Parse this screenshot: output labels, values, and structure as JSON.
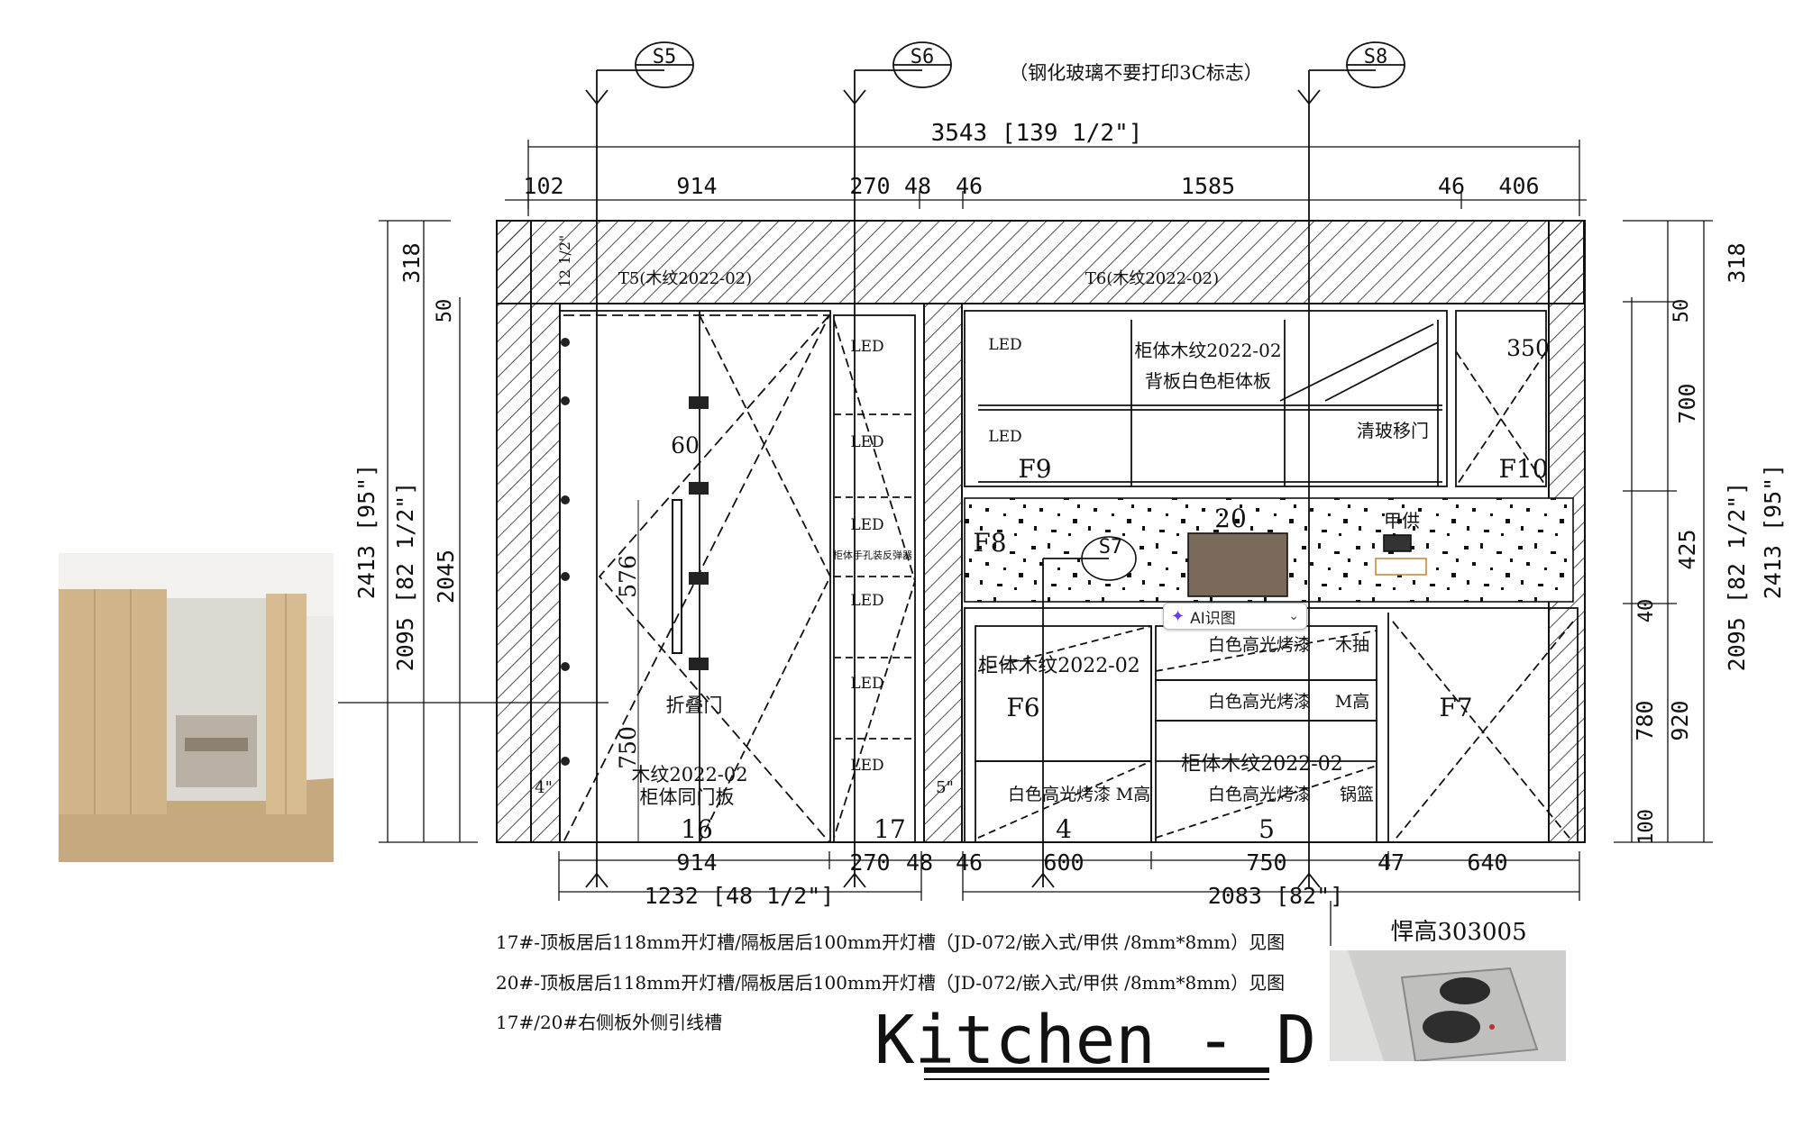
{
  "title": "Kitchen - D",
  "note_top": "（钢化玻璃不要打印3C标志）",
  "sections": [
    "S5",
    "S6",
    "S8",
    "S7"
  ],
  "dims_top": {
    "overall": "3543 [139 1/2\"]",
    "segments": [
      "102",
      "914",
      "270",
      "48",
      "46",
      "1585",
      "46",
      "406"
    ]
  },
  "dims_bottom": {
    "segments": [
      "914",
      "270",
      "48",
      "46",
      "600",
      "750",
      "47",
      "640"
    ],
    "left_total": "1232 [48 1/2\"]",
    "right_total": "2083 [82\"]"
  },
  "dims_left": [
    "318",
    "50",
    "2413 [95\"]",
    "2095 [82 1/2\"]",
    "2045"
  ],
  "dims_right": [
    "318",
    "50",
    "700",
    "425",
    "2095 [82 1/2\"]",
    "2413 [95\"]",
    "40",
    "780",
    "920",
    "100"
  ],
  "labels": {
    "t5": "T5(木纹2022-02)",
    "t6": "T6(木纹2022-02)",
    "cab_wood_1": "柜体木纹2022-02",
    "cab_white": "背板白色柜体板",
    "glass_door": "清玻移门",
    "led": "LED",
    "f9": "F9",
    "f10": "F10",
    "f8": "F8",
    "f6": "F6",
    "f7": "F7",
    "n20": "20",
    "jiagong": "甲供",
    "n350": "350",
    "n60": "60",
    "n576": "576",
    "n750": "750",
    "fold_door": "折叠门",
    "wood_door": "木纹2022-02",
    "cab_same": "柜体同门板",
    "n16": "16",
    "n17": "17",
    "n4": "4",
    "n5": "5",
    "white_gloss": "白色高光烤漆",
    "mugao": "M高",
    "muchou": "木抽",
    "cab_wood_2": "柜体木纹2022-02",
    "guolan": "锅篮",
    "bend": "4\"",
    "bend2": "5\"",
    "dim12": "12 1/2\"",
    "vert_text": "柜体手孔装反弹器",
    "hardware": "悍高303005"
  },
  "notes": [
    "17#-顶板居后118mm开灯槽/隔板居后100mm开灯槽（JD-072/嵌入式/甲供 /8mm*8mm）见图",
    "20#-顶板居后118mm开灯槽/隔板居后100mm开灯槽（JD-072/嵌入式/甲供 /8mm*8mm）见图",
    "17#/20#右侧板外侧引线槽"
  ],
  "ai_chip": {
    "label": "AI识图"
  },
  "icons": [
    "sparkle-icon",
    "chevron-down-icon"
  ],
  "colors": {
    "line": "#111111",
    "hatch": "#222222",
    "accent": "#6a3df0"
  }
}
